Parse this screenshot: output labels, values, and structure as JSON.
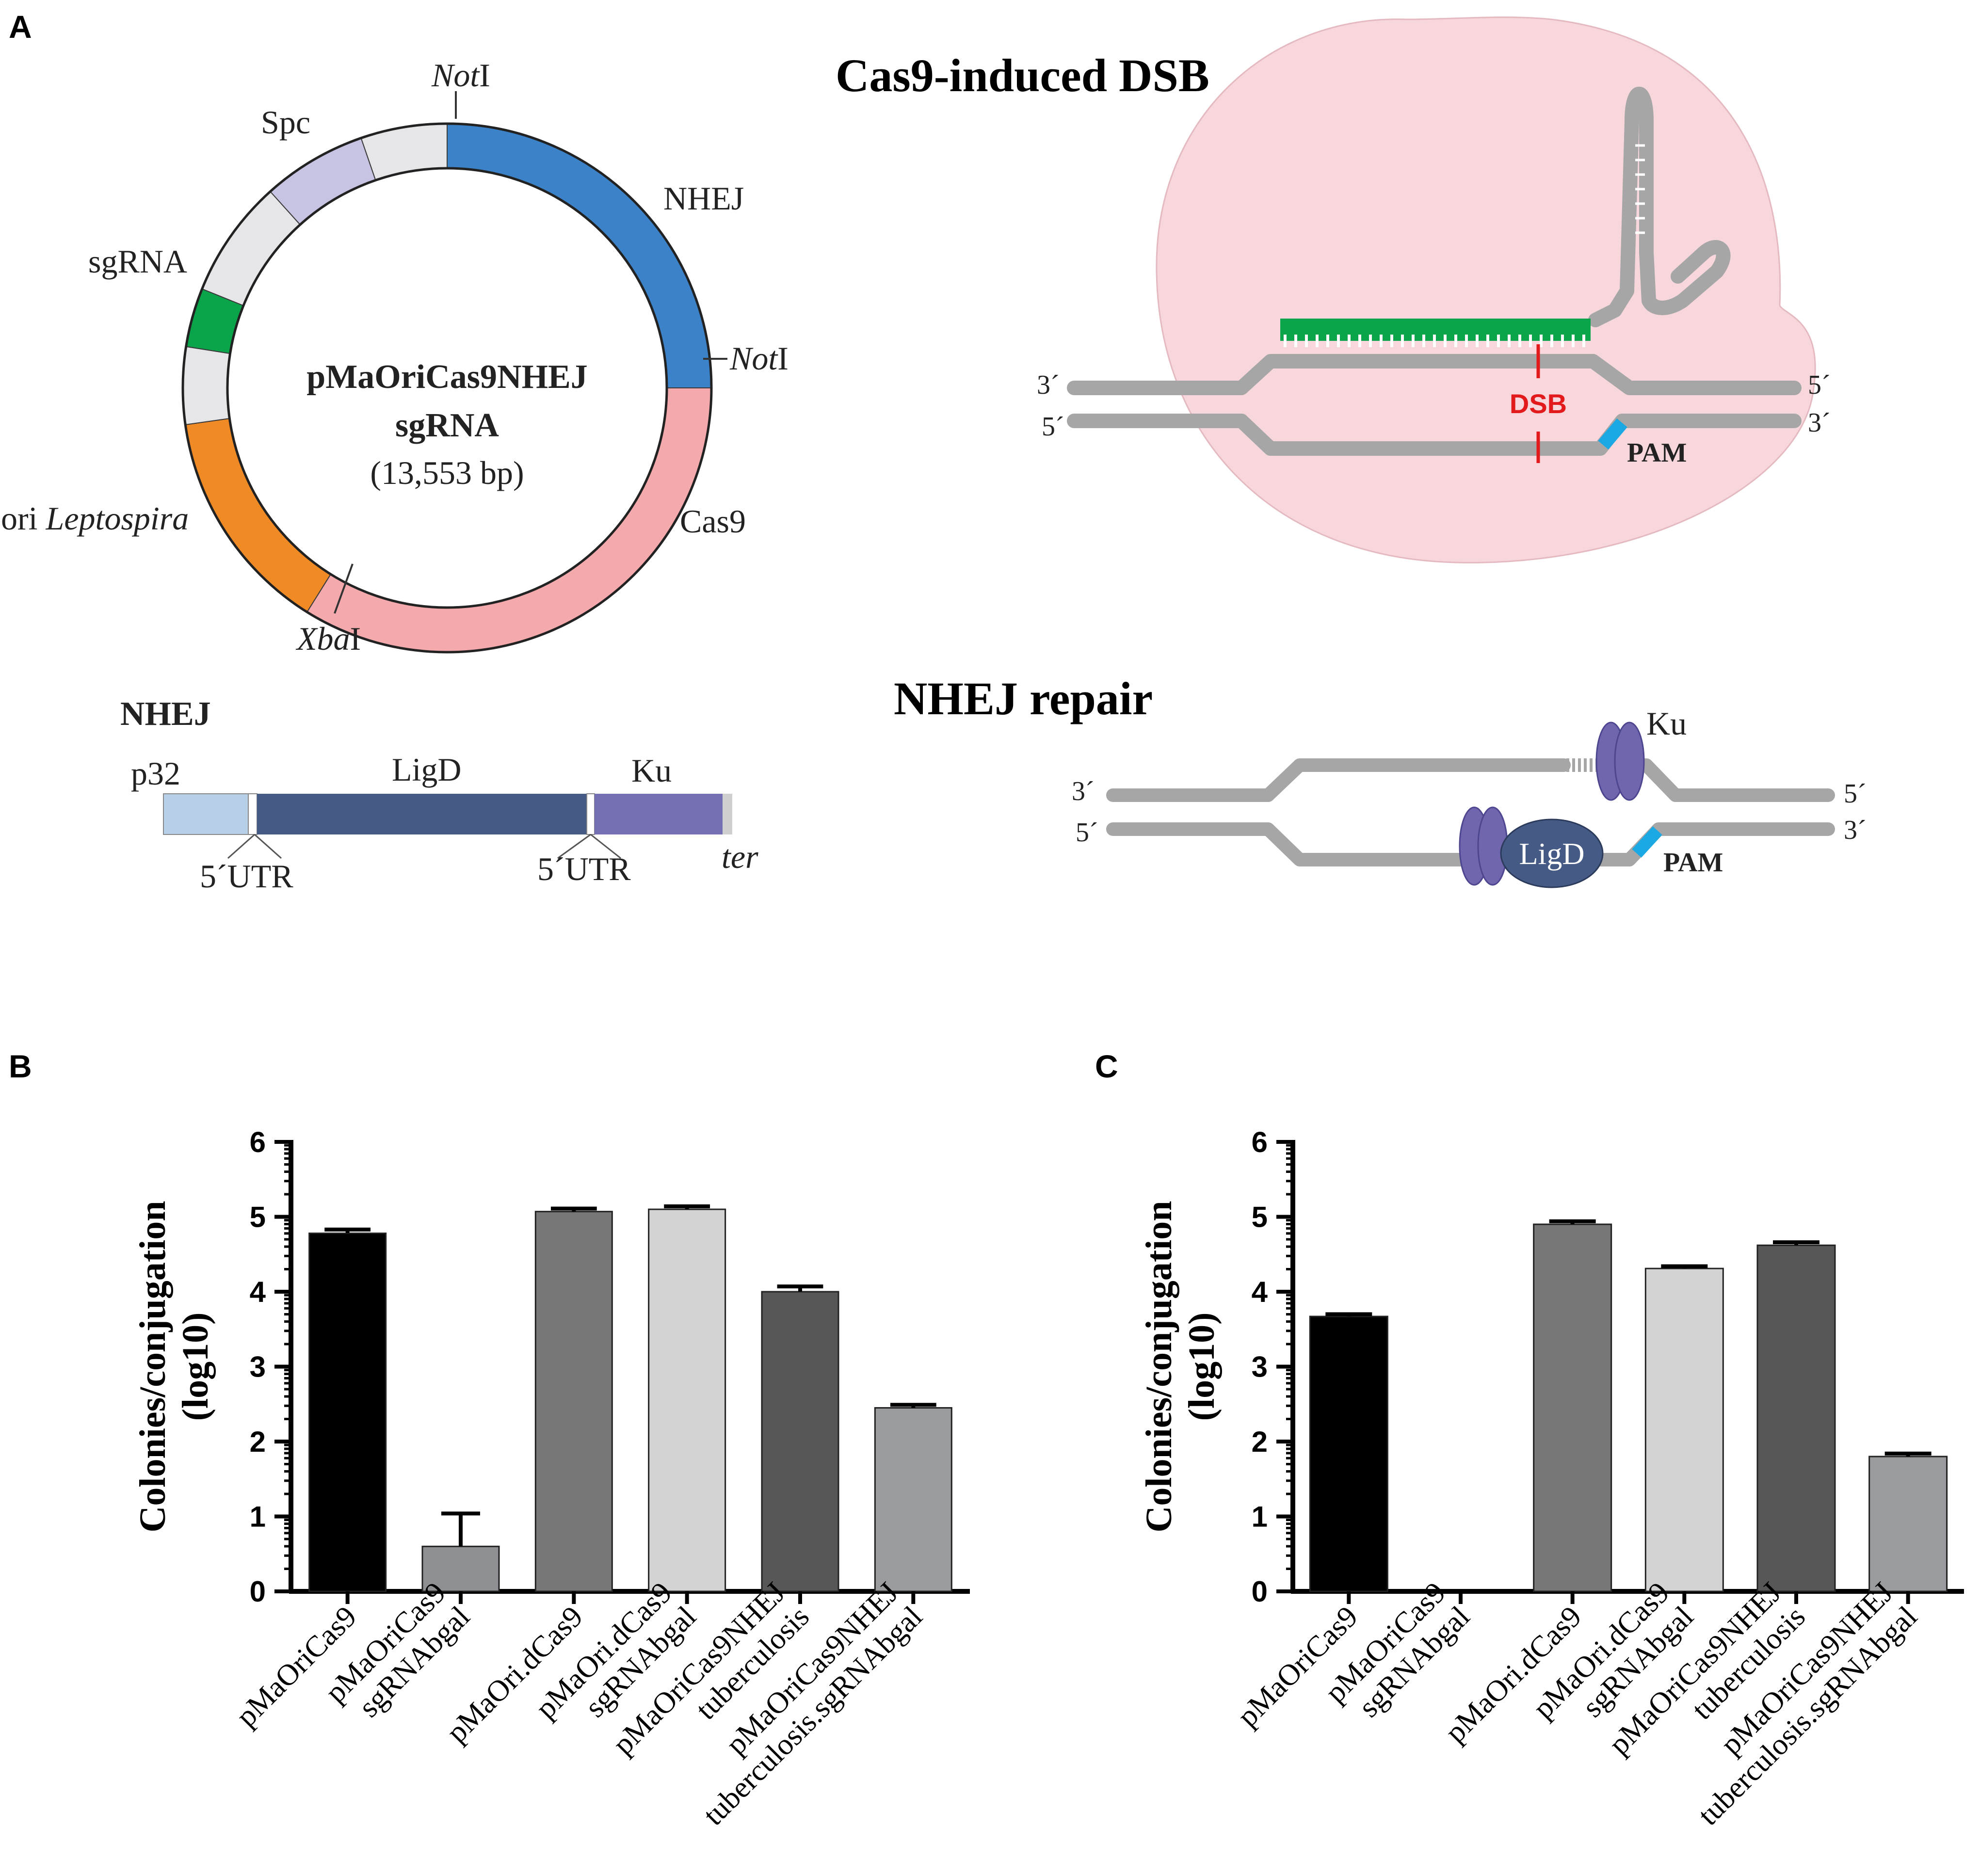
{
  "panels": {
    "a": "A",
    "b": "B",
    "c": "C"
  },
  "plasmid": {
    "name_line1": "pMaOriCas9NHEJ",
    "name_line2": "sgRNA",
    "size": "(13,553 bp)",
    "labels": {
      "noti_top_italic": "Not",
      "noti_top_roman": "I",
      "noti_right_italic": "Not",
      "noti_right_roman": "I",
      "xbai_italic": "Xba",
      "xbai_roman": "I",
      "spc": "Spc",
      "sgrna": "sgRNA",
      "nhej": "NHEJ",
      "cas9": "Cas9",
      "ori_roman": "ori ",
      "ori_italic": "Leptospira"
    },
    "colors": {
      "nhej": "#3b82c8",
      "cas9": "#f4a9ad",
      "ori": "#f08a24",
      "sgrna": "#0aa54a",
      "spc": "#c7c3e3",
      "backbone": "#e6e6e8"
    }
  },
  "nhej_cassette": {
    "title": "NHEJ",
    "p32": "p32",
    "ligd": "LigD",
    "ku": "Ku",
    "utr1": "5´UTR",
    "utr2": "5´UTR",
    "ter": "ter",
    "colors": {
      "p32": "#b8cfe8",
      "ligd": "#455a84",
      "ku": "#7570b3",
      "ter": "#cfcfcf"
    }
  },
  "dsb": {
    "title": "Cas9-induced DSB",
    "end_3_top": "3´",
    "end_5_top": "5´",
    "end_5_bottom": "5´",
    "end_3_bottom": "3´",
    "dsb_label": "DSB",
    "pam": "PAM",
    "colors": {
      "blob": "#f7d7dc",
      "dna": "#a6a6a6",
      "guide": "#0aa54a",
      "pam": "#1ca8e3",
      "cut": "#e31a1c"
    }
  },
  "repair": {
    "title": "NHEJ repair",
    "end_3_top": "3´",
    "end_5_top": "5´",
    "end_5_bottom": "5´",
    "end_3_bottom": "3´",
    "ku": "Ku",
    "ligd": "LigD",
    "pam": "PAM"
  },
  "chart_data": [
    {
      "type": "bar",
      "panel": "B",
      "ylabel": "Colonies/conjugation (log10)",
      "ylabel_line1": "Colonies/conjugation",
      "ylabel_line2": "(log10)",
      "ylim": [
        0,
        6
      ],
      "yticks": [
        "0",
        "1",
        "2",
        "3",
        "4",
        "5",
        "6"
      ],
      "categories": [
        [
          "pMaOriCas9"
        ],
        [
          "pMaOriCas9",
          "sgRNAbgal"
        ],
        [
          "pMaOri.dCas9"
        ],
        [
          "pMaOri.dCas9",
          "sgRNAbgal"
        ],
        [
          "pMaOriCas9NHEJ",
          "tuberculosis"
        ],
        [
          "pMaOriCas9NHEJ",
          "tuberculosis.sgRNAbgal"
        ]
      ],
      "values": [
        4.78,
        0.6,
        5.07,
        5.1,
        4.0,
        2.45
      ],
      "errors": [
        0.05,
        0.44,
        0.04,
        0.04,
        0.07,
        0.04
      ],
      "colors": [
        "#000000",
        "#8f9094",
        "#777777",
        "#d3d3d3",
        "#575757",
        "#9a9b9e"
      ]
    },
    {
      "type": "bar",
      "panel": "C",
      "ylabel": "Colonies/conjugation (log10)",
      "ylabel_line1": "Colonies/conjugation",
      "ylabel_line2": "(log10)",
      "ylim": [
        0,
        6
      ],
      "yticks": [
        "0",
        "1",
        "2",
        "3",
        "4",
        "5",
        "6"
      ],
      "categories": [
        [
          "pMaOriCas9"
        ],
        [
          "pMaOriCas9",
          "sgRNAbgal"
        ],
        [
          "pMaOri.dCas9"
        ],
        [
          "pMaOri.dCas9",
          "sgRNAbgal"
        ],
        [
          "pMaOriCas9NHEJ",
          "tuberculosis"
        ],
        [
          "pMaOriCas9NHEJ",
          "tuberculosis.sgRNAbgal"
        ]
      ],
      "values": [
        3.67,
        0,
        4.9,
        4.31,
        4.62,
        1.8
      ],
      "errors": [
        0.03,
        0,
        0.04,
        0.03,
        0.04,
        0.04
      ],
      "colors": [
        "#000000",
        "#8f9094",
        "#777777",
        "#d3d3d3",
        "#575757",
        "#9a9b9e"
      ]
    }
  ]
}
